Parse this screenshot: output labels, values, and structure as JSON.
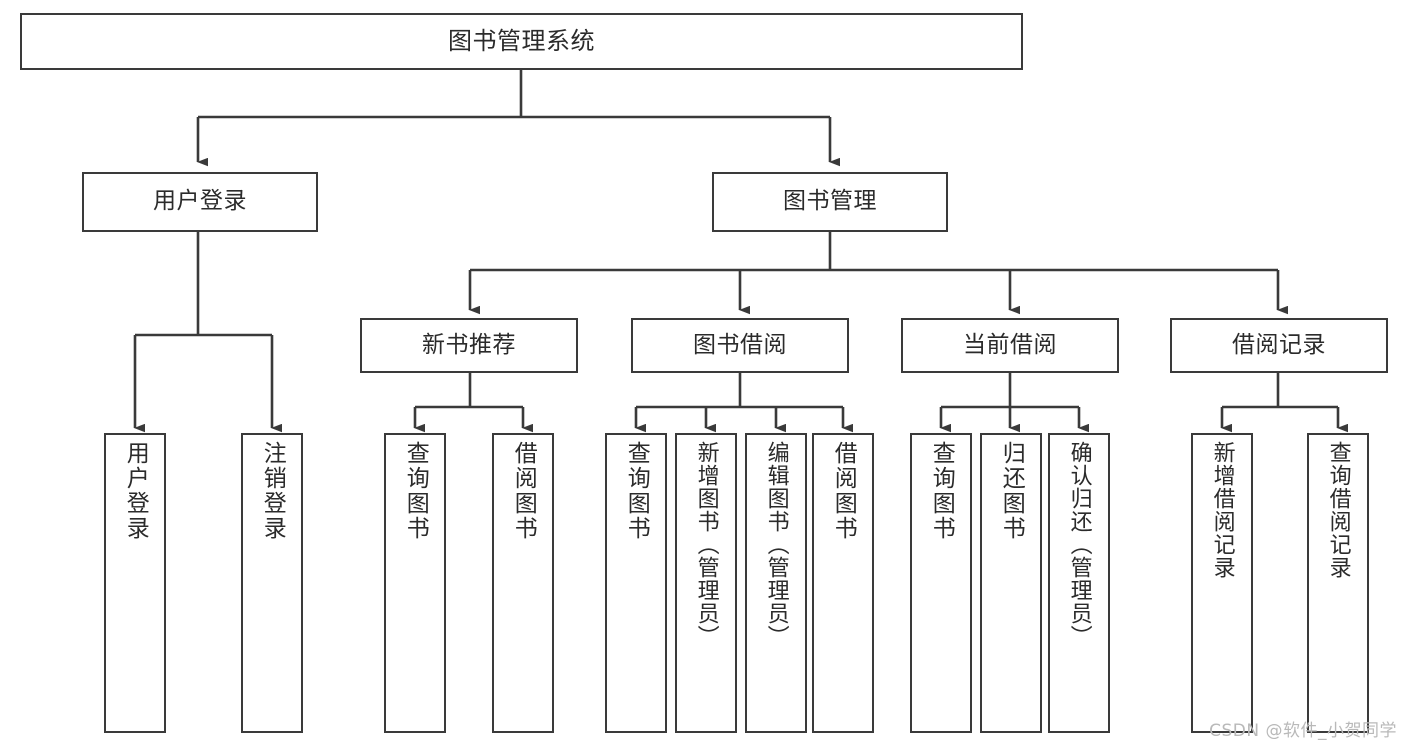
{
  "diagram": {
    "title": "图书管理系统",
    "watermark": "CSDN @软件_小贺同学",
    "stroke_color": "#3a3a3a",
    "background_color": "#ffffff",
    "text_color": "#2b2b2b",
    "watermark_color": "#b9b9b9",
    "type": "tree-hierarchy-diagram",
    "orientation": "top-down",
    "levels": 4
  },
  "nodes": {
    "root": {
      "label": "图书管理系统"
    },
    "level1": [
      {
        "label": "用户登录"
      },
      {
        "label": "图书管理"
      }
    ],
    "level2": [
      {
        "label": "新书推荐"
      },
      {
        "label": "图书借阅"
      },
      {
        "label": "当前借阅"
      },
      {
        "label": "借阅记录"
      }
    ],
    "leaves_user_login": [
      {
        "label": "用户登录"
      },
      {
        "label": "注销登录"
      }
    ],
    "leaves_new_book": [
      {
        "label": "查询图书"
      },
      {
        "label": "借阅图书"
      }
    ],
    "leaves_borrow": [
      {
        "label": "查询图书"
      },
      {
        "label": "新增图书（管理员）"
      },
      {
        "label": "编辑图书（管理员）"
      },
      {
        "label": "借阅图书"
      }
    ],
    "leaves_current": [
      {
        "label": "查询图书"
      },
      {
        "label": "归还图书"
      },
      {
        "label": "确认归还（管理员）"
      }
    ],
    "leaves_records": [
      {
        "label": "新增借阅记录"
      },
      {
        "label": "查询借阅记录"
      }
    ]
  }
}
